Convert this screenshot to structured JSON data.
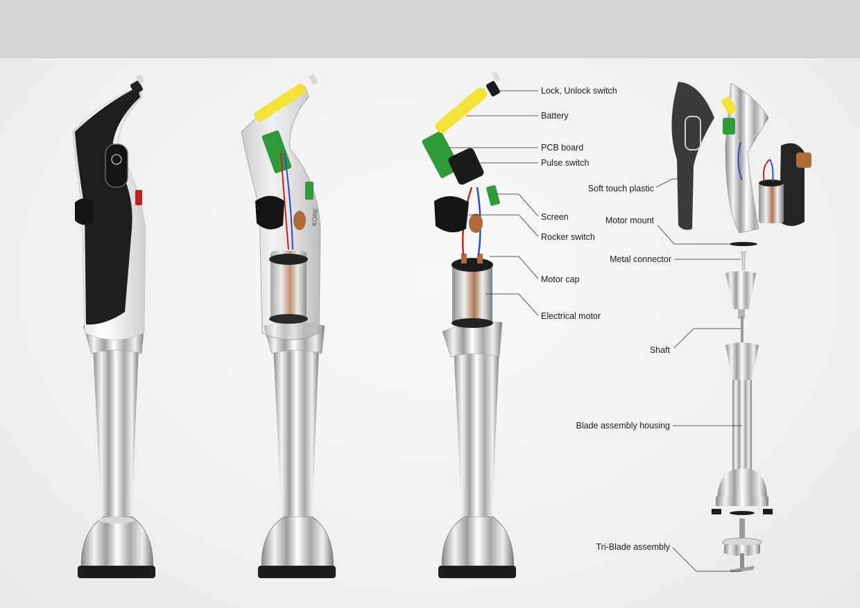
{
  "brand_mark": "KORE",
  "labels": {
    "lock_unlock_switch": "Lock, Unlock switch",
    "battery": "Battery",
    "pcb_board": "PCB board",
    "pulse_switch": "Pulse switch",
    "screen": "Screen",
    "rocker_switch": "Rocker switch",
    "motor_cap": "Motor cap",
    "electrical_motor": "Electrical motor",
    "soft_touch_plastic": "Soft touch plastic",
    "motor_mount": "Motor mount",
    "metal_connector": "Metal connector",
    "shaft": "Shaft",
    "blade_assembly_housing": "Blade assembly housing",
    "tri_blade_assembly": "Tri-Blade assembly"
  },
  "colors": {
    "top_band": "#d4d4d4",
    "background": "#f1f1f1",
    "battery_yellow": "#f2e23a",
    "pcb_green": "#2e9a3a",
    "handle_black": "#1e1e1e",
    "chrome": "#c9c9c9"
  }
}
